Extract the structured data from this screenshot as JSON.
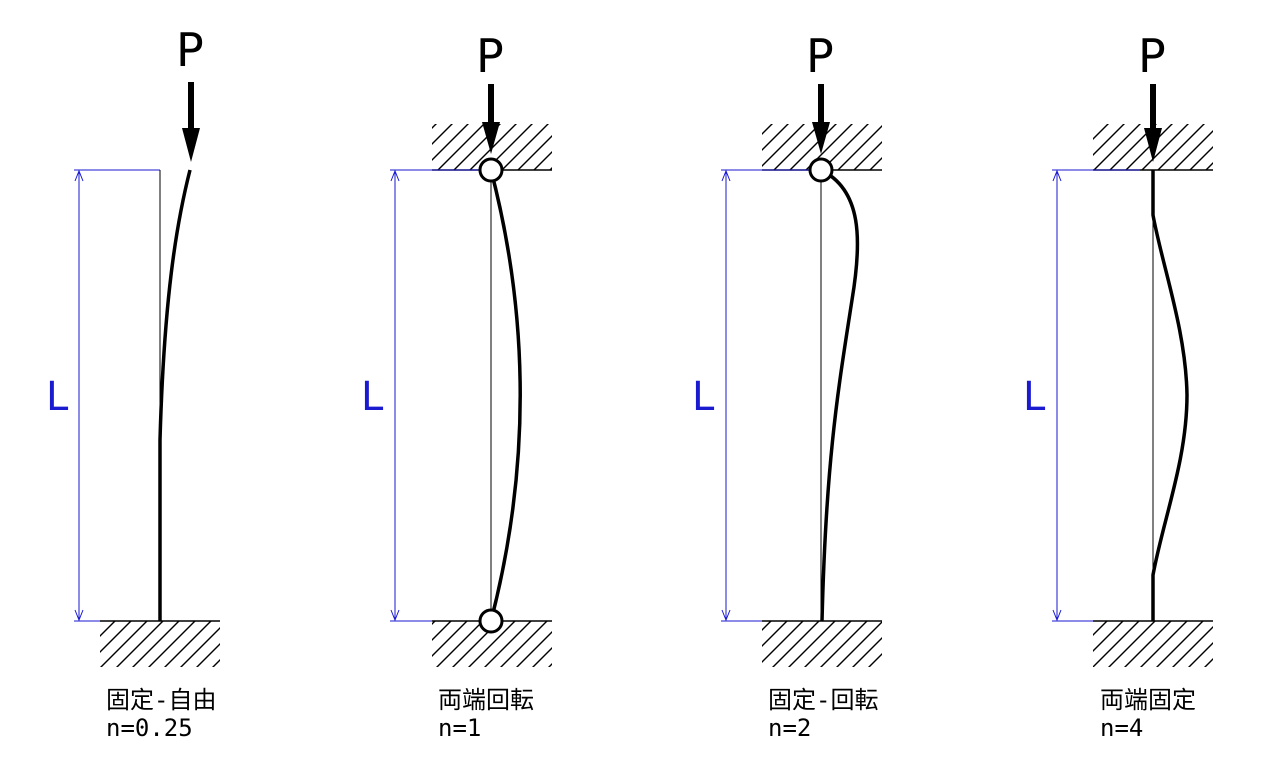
{
  "load_label": "P",
  "length_label": "L",
  "colors": {
    "dimension": "#1a1ad0",
    "structure": "#000000"
  },
  "cases": [
    {
      "condition": "固定-自由",
      "coefficient": "n=0.25",
      "top": "free",
      "bottom": "fixed"
    },
    {
      "condition": "両端回転",
      "coefficient": "n=1",
      "top": "pinned",
      "bottom": "pinned"
    },
    {
      "condition": "固定-回転",
      "coefficient": "n=2",
      "top": "pinned",
      "bottom": "fixed"
    },
    {
      "condition": "両端固定",
      "coefficient": "n=4",
      "top": "fixed",
      "bottom": "fixed"
    }
  ]
}
